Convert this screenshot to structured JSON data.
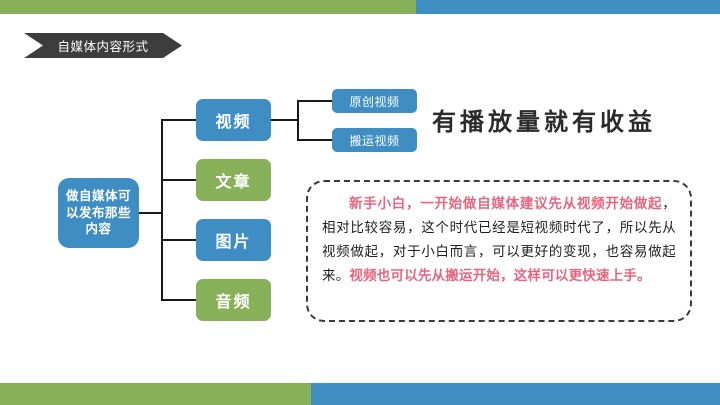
{
  "slide": {
    "title": "自媒体内容形式",
    "headline": "有播放量就有收益"
  },
  "colors": {
    "blue": "#3e8ec4",
    "green": "#86b158",
    "banner": "#3d3d3d",
    "highlight_text": "#e8657f",
    "body_text": "#1f1f1f"
  },
  "mindmap": {
    "root": "做自媒体可以发布那些内容",
    "branches": [
      {
        "label": "视频",
        "color": "blue"
      },
      {
        "label": "文章",
        "color": "green"
      },
      {
        "label": "图片",
        "color": "blue"
      },
      {
        "label": "音频",
        "color": "green"
      }
    ],
    "leaves": [
      {
        "label": "原创视频",
        "color": "blue"
      },
      {
        "label": "搬运视频",
        "color": "blue"
      }
    ]
  },
  "callout": {
    "segment_1": "新手小白，一开始做自媒体建议先从视频开始做起",
    "segment_2": "，相对比较容易，这个时代已经是短视频时代了，所以先从视频做起，对于小白而言，可以更好的变现，也容易做起来。",
    "segment_3": "视频也可以先从搬运开始，这样可以更快速上手。"
  }
}
